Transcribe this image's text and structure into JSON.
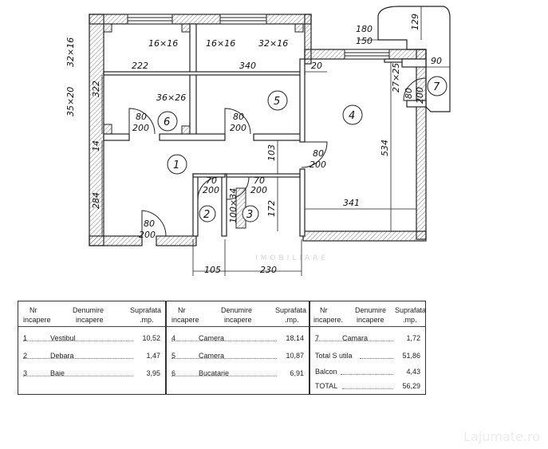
{
  "plan": {
    "dimensions": {
      "window_top_left": "16×16",
      "window_top_mid": "16×16",
      "window_top_right": "32×16",
      "window_left_top": "32×16",
      "window_left_mid": "35×20",
      "window_right_small": "27×25",
      "vent_kitchen": "36×26",
      "vent_bath": "100×34",
      "w222": "222",
      "w340": "340",
      "w20": "20",
      "h322": "322",
      "h14": "14",
      "h284": "284",
      "h534": "534",
      "w341": "341",
      "h103": "103",
      "h172": "172",
      "w180": "180",
      "w150": "150",
      "h129": "129",
      "w90": "90",
      "w105": "105",
      "w230": "230"
    },
    "doors": {
      "d6": [
        "80",
        "200"
      ],
      "d5": [
        "80",
        "200"
      ],
      "d4": [
        "80",
        "200"
      ],
      "d1": [
        "80",
        "200"
      ],
      "d7": [
        "80",
        "200"
      ],
      "d2": [
        "70",
        "200"
      ],
      "d3": [
        "70",
        "200"
      ]
    },
    "rooms": {
      "r1": "1",
      "r2": "2",
      "r3": "3",
      "r4": "4",
      "r5": "5",
      "r6": "6",
      "r7": "7"
    },
    "watermark": "IMOBILIARE"
  },
  "tables": [
    {
      "headers": {
        "nr": "Nr",
        "incapere_nr": "incapere",
        "denumire": "Denumire",
        "denumire2": "incapere",
        "suprafata": "Suprafata",
        "mp": ".mp."
      },
      "rows": [
        {
          "n": "1",
          "name": "Vestibul",
          "value": "10,52"
        },
        {
          "n": "2",
          "name": "Debara",
          "value": "1,47"
        },
        {
          "n": "3",
          "name": "Baie",
          "value": "3,95"
        }
      ]
    },
    {
      "headers": {
        "nr": "Nr",
        "incapere_nr": "incapere",
        "denumire": "Denumire",
        "denumire2": "incapere",
        "suprafata": "Suprafata",
        "mp": ".mp."
      },
      "rows": [
        {
          "n": "4",
          "name": "Camera",
          "value": "18,14"
        },
        {
          "n": "5",
          "name": "Camera",
          "value": "10,87"
        },
        {
          "n": "6",
          "name": "Bucatarie",
          "value": "6,91"
        }
      ]
    },
    {
      "headers": {
        "nr": "Nr",
        "incapere_nr": "incapere.",
        "denumire": "Denumire",
        "denumire2": "incapere",
        "suprafata": "Suprafata",
        "mp": ".mp."
      },
      "rows": [
        {
          "n": "7",
          "name": "Camara",
          "value": "1,72"
        },
        {
          "n": "",
          "name": "Total S utila",
          "value": "51,86"
        },
        {
          "n": "",
          "name": "Balcon",
          "value": "4,43"
        },
        {
          "n": "",
          "name": "TOTAL",
          "value": "56,29"
        }
      ]
    }
  ],
  "logo": "Lajumate.ro"
}
